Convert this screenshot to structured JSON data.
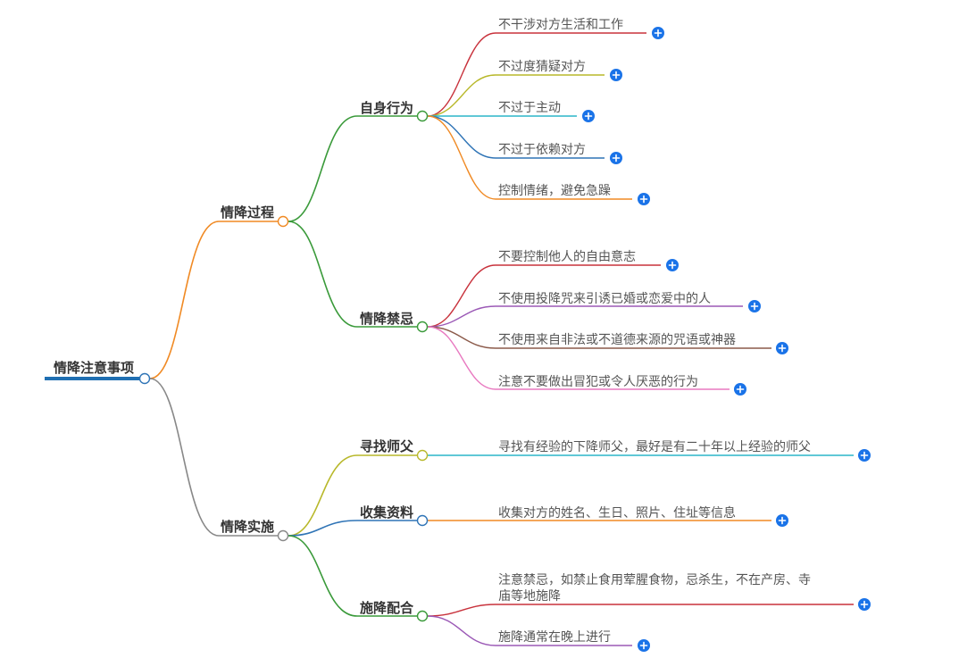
{
  "colors": {
    "red": "#c8323c",
    "olive": "#b8b82a",
    "cyan": "#2bb6c9",
    "blue": "#2f74b6",
    "orange": "#f08a24",
    "purple": "#9b59b6",
    "brown": "#8b5a4a",
    "pink": "#e879c0",
    "green": "#3a9a3a",
    "gray": "#888888",
    "rootBar": "#1f6fb2",
    "expand": "#1a73e8"
  },
  "mindmap": {
    "root": {
      "label": "情降注意事项"
    },
    "branches": [
      {
        "id": "process",
        "label": "情降过程",
        "children": [
          {
            "id": "self",
            "label": "自身行为",
            "leaves": [
              {
                "label": "不干涉对方生活和工作"
              },
              {
                "label": "不过度猜疑对方"
              },
              {
                "label": "不过于主动"
              },
              {
                "label": "不过于依赖对方"
              },
              {
                "label": "控制情绪，避免急躁"
              }
            ]
          },
          {
            "id": "taboo",
            "label": "情降禁忌",
            "leaves": [
              {
                "label": "不要控制他人的自由意志"
              },
              {
                "label": "不使用投降咒来引诱已婚或恋爱中的人"
              },
              {
                "label": "不使用来自非法或不道德来源的咒语或神器"
              },
              {
                "label": "注意不要做出冒犯或令人厌恶的行为"
              }
            ]
          }
        ]
      },
      {
        "id": "implement",
        "label": "情降实施",
        "children": [
          {
            "id": "master",
            "label": "寻找师父",
            "leaves": [
              {
                "label": "寻找有经验的下降师父，最好是有二十年以上经验的师父"
              }
            ]
          },
          {
            "id": "collect",
            "label": "收集资料",
            "leaves": [
              {
                "label": "收集对方的姓名、生日、照片、住址等信息"
              }
            ]
          },
          {
            "id": "cooperate",
            "label": "施降配合",
            "leaves": [
              {
                "line1": "注意禁忌，如禁止食用荤腥食物，忌杀生，不在产房、寺",
                "line2": "庙等地施降"
              },
              {
                "label": "施降通常在晚上进行"
              }
            ]
          }
        ]
      }
    ]
  }
}
